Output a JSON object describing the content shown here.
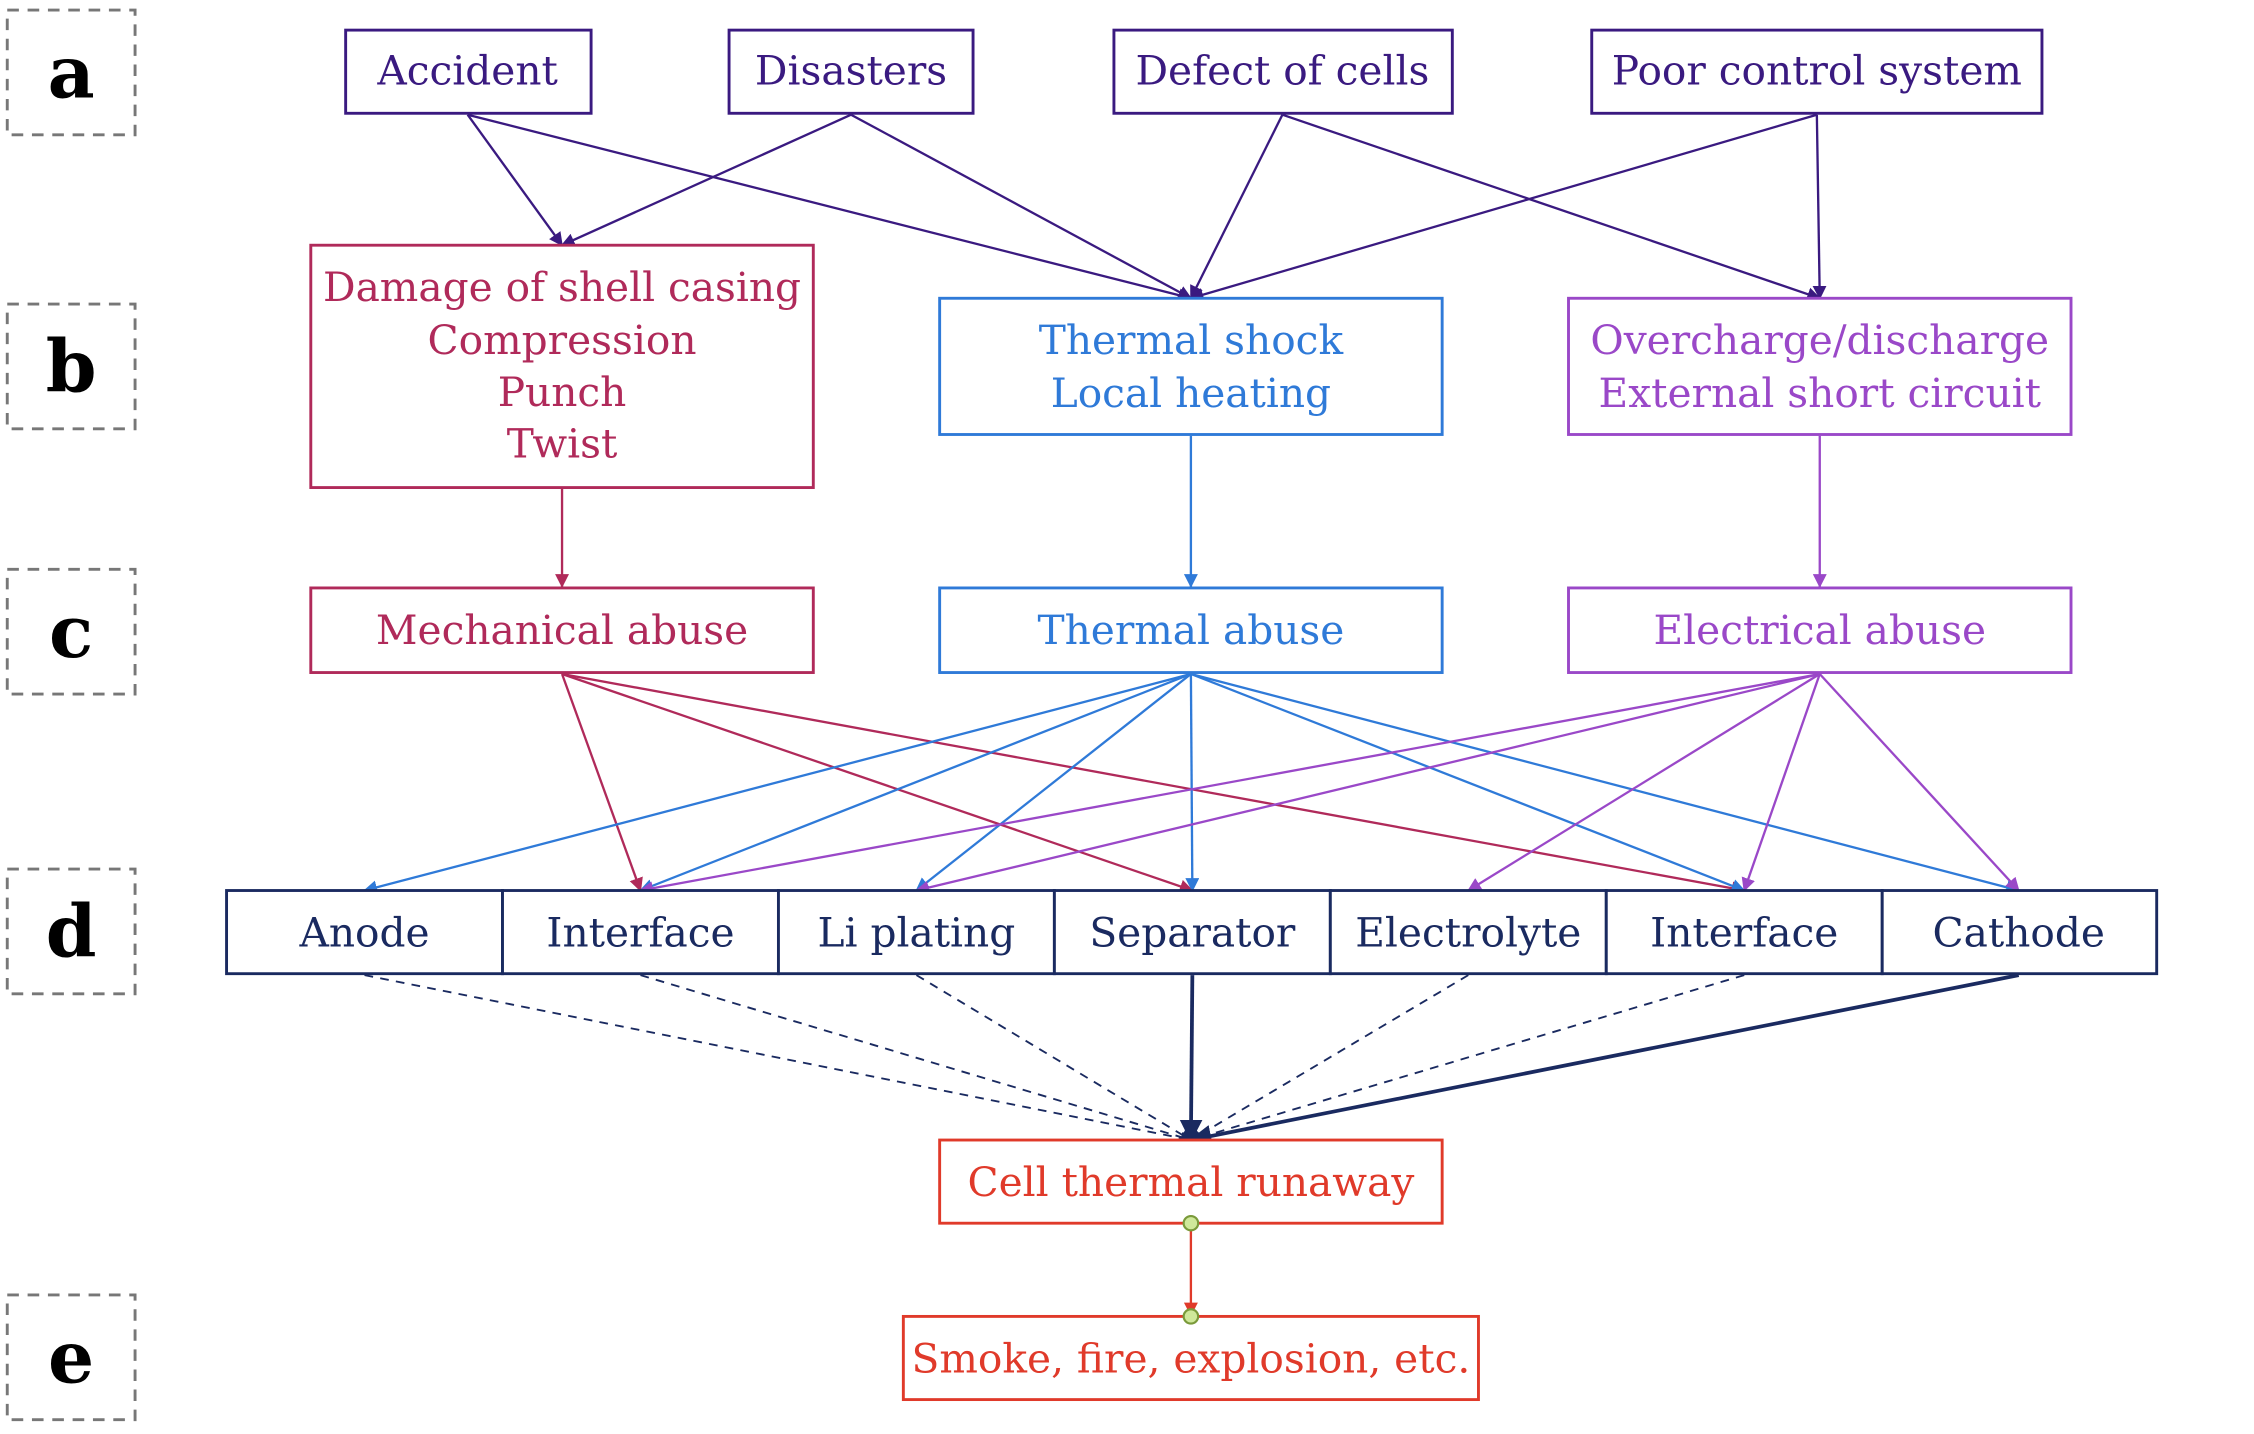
{
  "row_labels": [
    "a",
    "b",
    "c",
    "d",
    "e"
  ],
  "colors": {
    "causes": "#3a1a80",
    "mechanical": "#b02a5a",
    "thermal": "#2f7ad8",
    "electrical": "#9a48c8",
    "components": "#1a2a60",
    "runaway": "#e03a2a",
    "row_label_border": "#777777",
    "joint_dot": "#cfe89a"
  },
  "causes": [
    "Accident",
    "Disasters",
    "Defect of cells",
    "Poor control system"
  ],
  "mechanisms": {
    "mechanical": [
      "Damage of shell casing",
      "Compression",
      "Punch",
      "Twist"
    ],
    "thermal": [
      "Thermal shock",
      "Local heating"
    ],
    "electrical": [
      "Overcharge/discharge",
      "External short circuit"
    ]
  },
  "abuse": {
    "mechanical": "Mechanical abuse",
    "thermal": "Thermal abuse",
    "electrical": "Electrical abuse"
  },
  "components": [
    "Anode",
    "Interface",
    "Li plating",
    "Separator",
    "Electrolyte",
    "Interface",
    "Cathode"
  ],
  "runaway": "Cell thermal runaway",
  "consequence": "Smoke, fire, explosion, etc."
}
